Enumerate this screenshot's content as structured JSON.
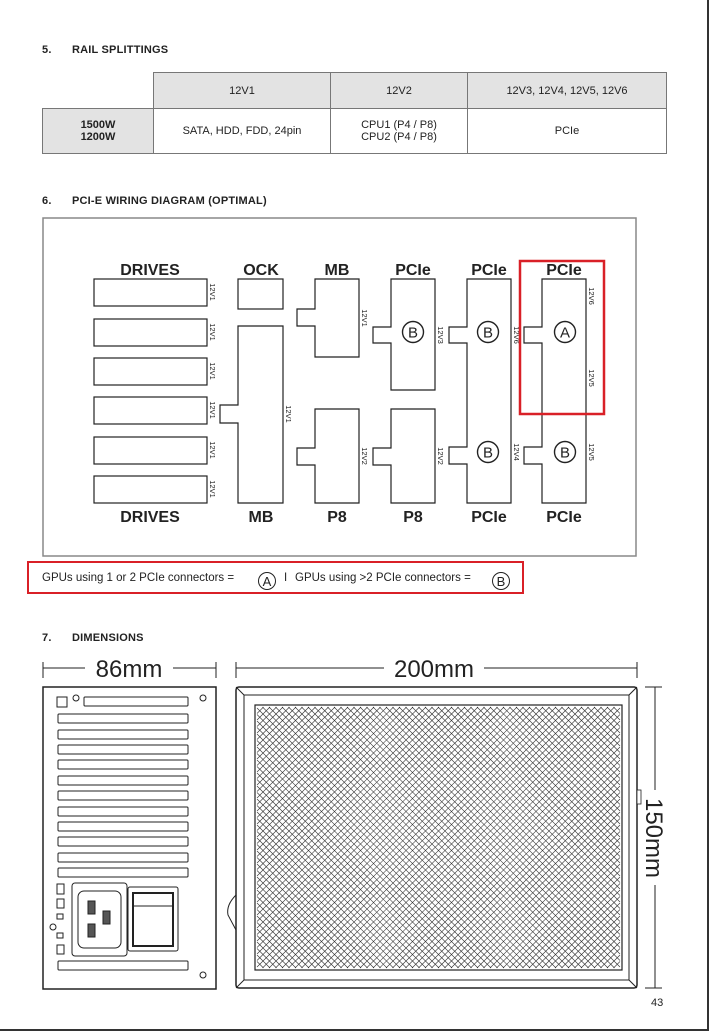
{
  "sections": {
    "rail": {
      "number": "5.",
      "title": "RAIL SPLITTINGS"
    },
    "pcie": {
      "number": "6.",
      "title": "PCI-E WIRING DIAGRAM (OPTIMAL)"
    },
    "dims": {
      "number": "7.",
      "title": "DIMENSIONS"
    }
  },
  "rail_table": {
    "headers": [
      "",
      "12V1",
      "12V2",
      "12V3, 12V4, 12V5, 12V6"
    ],
    "row": {
      "model_1": "1500W",
      "model_2": "1200W",
      "v1": "SATA, HDD, FDD, 24pin",
      "v2_1": "CPU1 (P4 / P8)",
      "v2_2": "CPU2 (P4 / P8)",
      "v3": "PCIe"
    }
  },
  "diagram": {
    "top_labels": [
      "DRIVES",
      "OCK",
      "MB",
      "PCIe",
      "PCIe",
      "PCIe"
    ],
    "bottom_labels": [
      "DRIVES",
      "MB",
      "P8",
      "P8",
      "PCIe",
      "PCIe"
    ],
    "rail_labels": {
      "drives": "12V1",
      "mb_big": "12V1",
      "mb_top": "12V1",
      "p8_left": "12V2",
      "pcie1": "12V3",
      "p8_right": "12V2",
      "pcie2_top": "12V6",
      "pcie2_bottom": "12V4",
      "pcie3_top": "12V6",
      "pcie3_mid": "12V5",
      "pcie3_bottom": "12V5"
    },
    "markers": {
      "a": "A",
      "b": "B"
    },
    "highlight_color": "#d92027"
  },
  "legend": {
    "text_a": "GPUs using 1 or 2 PCIe connectors =",
    "marker_a": "A",
    "separator": "I",
    "text_b": "GPUs using >2 PCIe connectors =",
    "marker_b": "B"
  },
  "dimensions": {
    "width": "86mm",
    "length": "200mm",
    "height": "150mm"
  },
  "page_number": "43"
}
